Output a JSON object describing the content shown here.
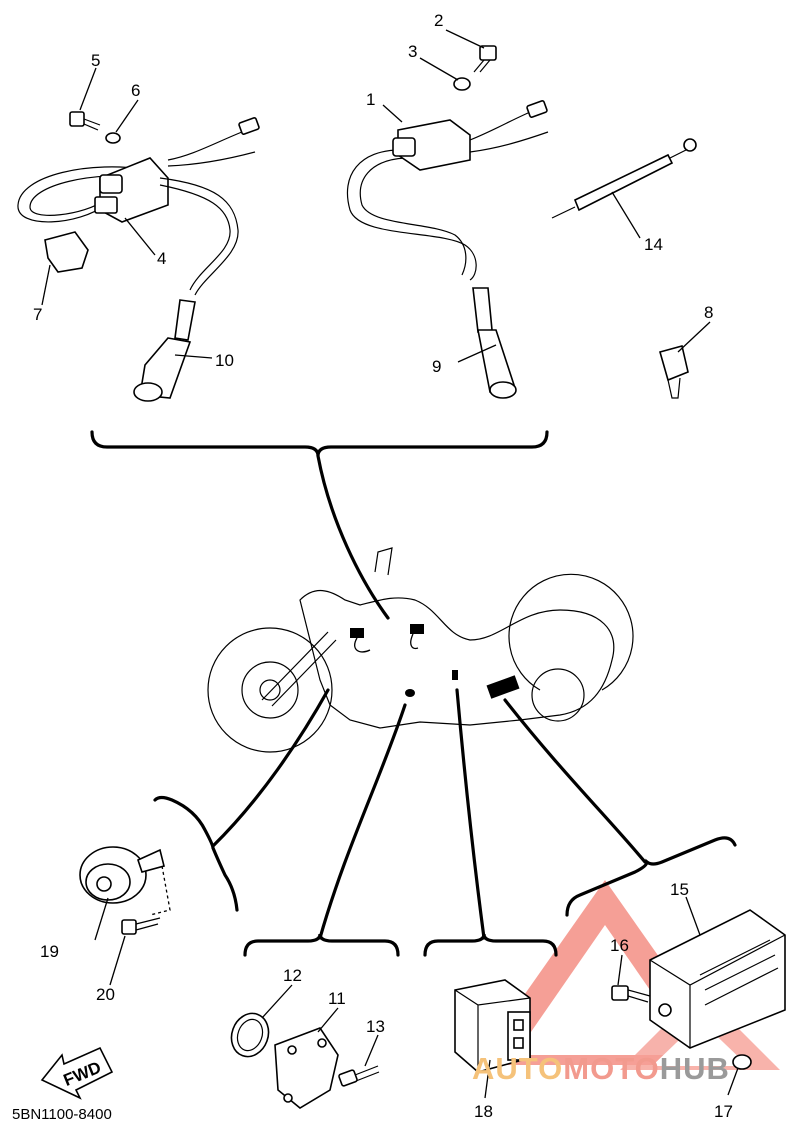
{
  "diagram": {
    "drawing_code": "5BN1100-8400",
    "fwd_label": "FWD",
    "watermark": {
      "part1": "AUTO",
      "part2": "MOTO",
      "part3": "HUB",
      "color1": "#f5c27a",
      "color2": "#f29a8e",
      "color3": "#9a9a9a"
    },
    "callouts": [
      "1",
      "2",
      "3",
      "4",
      "5",
      "6",
      "7",
      "8",
      "9",
      "10",
      "11",
      "12",
      "13",
      "14",
      "15",
      "16",
      "17",
      "18",
      "19",
      "20"
    ]
  }
}
